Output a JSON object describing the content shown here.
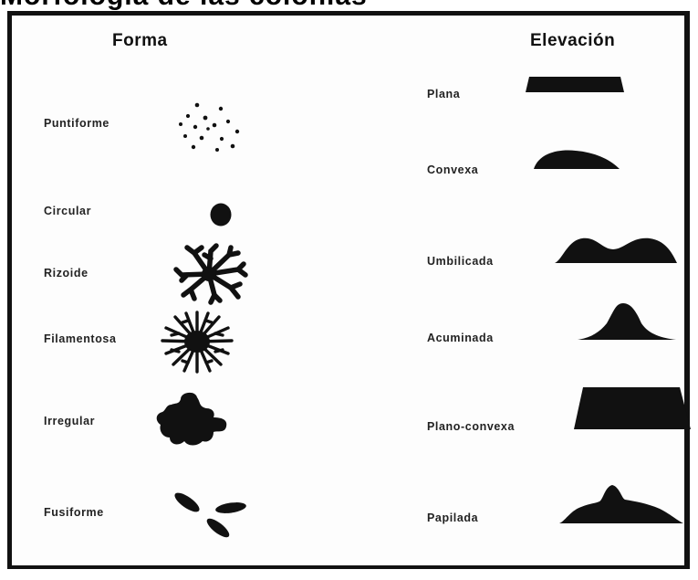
{
  "figure": {
    "cut_title": "Morfología de las colonias",
    "forma": {
      "heading": "Forma",
      "items": [
        {
          "label": "Puntiforme",
          "icon": "puntiforme-shape"
        },
        {
          "label": "Circular",
          "icon": "circular-shape"
        },
        {
          "label": "Rizoide",
          "icon": "rizoide-shape"
        },
        {
          "label": "Filamentosa",
          "icon": "filamentosa-shape"
        },
        {
          "label": "Irregular",
          "icon": "irregular-shape"
        },
        {
          "label": "Fusiforme",
          "icon": "fusiforme-shape"
        }
      ]
    },
    "elevacion": {
      "heading": "Elevación",
      "items": [
        {
          "label": "Plana",
          "icon": "plana-profile"
        },
        {
          "label": "Convexa",
          "icon": "convexa-profile"
        },
        {
          "label": "Umbilicada",
          "icon": "umbilicada-profile"
        },
        {
          "label": "Acuminada",
          "icon": "acuminada-profile"
        },
        {
          "label": "Plano-convexa",
          "icon": "plano-convexa-profile"
        },
        {
          "label": "Papilada",
          "icon": "papilada-profile"
        }
      ]
    },
    "colors": {
      "ink": "#111111",
      "background": "#fdfdfd"
    }
  }
}
